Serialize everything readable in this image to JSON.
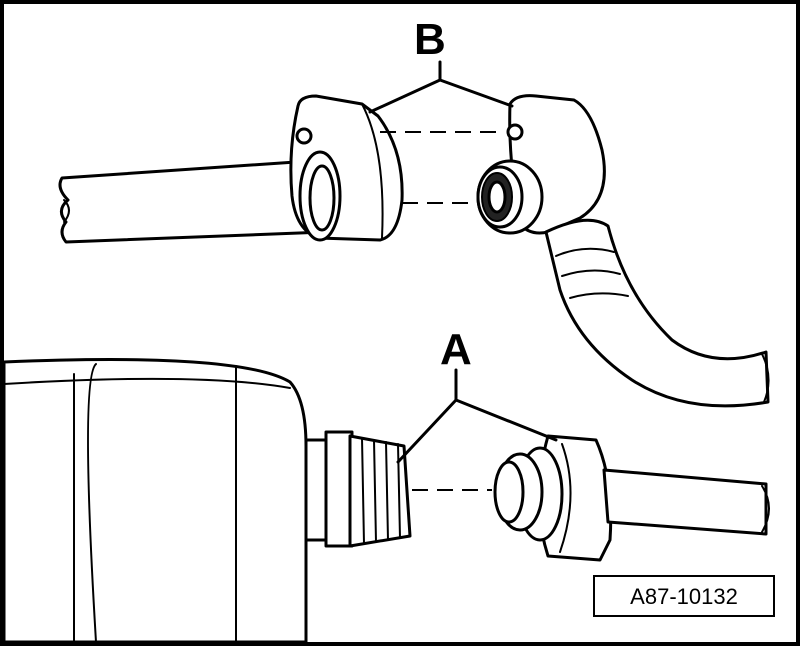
{
  "labels": {
    "b": "B",
    "a": "A"
  },
  "figure_code": "A87-10132",
  "colors": {
    "line": "#000000",
    "background": "#ffffff"
  }
}
